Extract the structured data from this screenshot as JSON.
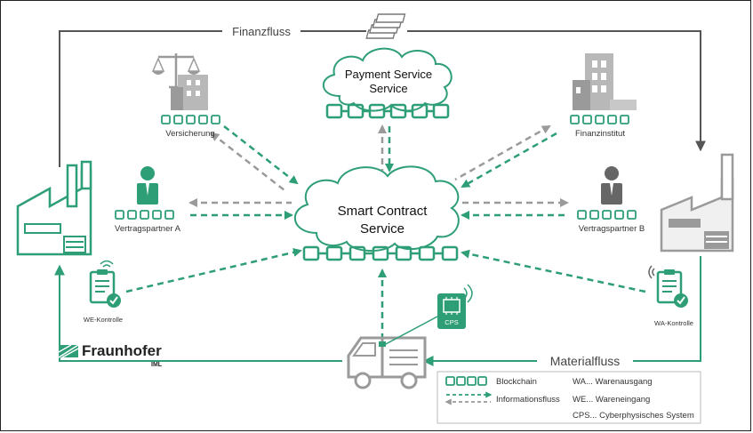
{
  "flows": {
    "finance": "Finanzfluss",
    "material": "Materialfluss"
  },
  "services": {
    "payment_line1": "Payment Service",
    "payment_line2": "Service",
    "smart_line1": "Smart Contract",
    "smart_line2": "Service"
  },
  "actors": {
    "insurance": "Versicherung",
    "finance_institute": "Finanzinstitut",
    "partner_a": "Vertragspartner  A",
    "partner_b": "Vertragspartner  B",
    "inbound_check": "WE-Kontrolle",
    "outbound_check": "WA-Kontrolle",
    "cps": "CPS"
  },
  "brand": {
    "name": "Fraunhofer",
    "institute": "IML"
  },
  "legend": {
    "blockchain": "Blockchain",
    "info_flow": "Informationsfluss",
    "wa": "WA... Warenausgang",
    "we": "WE... Wareneingang",
    "cps": "CPS... Cyberphysisches System"
  },
  "colors": {
    "green": "#2e9e77",
    "gray": "#9a9a9a",
    "dark": "#555555"
  }
}
